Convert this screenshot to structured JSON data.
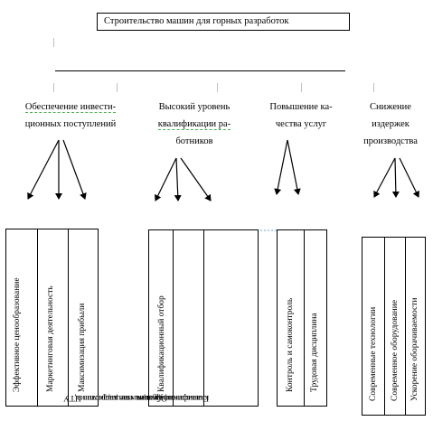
{
  "title": "Строительство машин для горных разработок",
  "categories": [
    {
      "line1": "Обеспечение инвести-",
      "line2": "ционных поступлений",
      "line3": ""
    },
    {
      "line1": "Высокий уровень",
      "line2": "квалификации ра-",
      "line3": "ботников"
    },
    {
      "line1": "Повышение ка-",
      "line2": "чества услуг",
      "line3": ""
    },
    {
      "line1": "Снижение",
      "line2": "издержек",
      "line3": "производства"
    }
  ],
  "groups": [
    {
      "items": [
        {
          "l1": "Эффективное ценообразование",
          "l2": ""
        },
        {
          "l1": "Маркетинговая деятельность",
          "l2": ""
        },
        {
          "l1": "Максимизация прибыли",
          "l2": ""
        }
      ]
    },
    {
      "items": [
        {
          "l1": "Квалификационный отбор",
          "l2": ""
        },
        {
          "l1": "Обеспечение кадрами из",
          "l2": "ведущих специалистов ЦТУ"
        },
        {
          "l1": "Повышение уровня",
          "l2": "квалификации"
        }
      ]
    },
    {
      "items": [
        {
          "l1": "Контроль и самоконтроль",
          "l2": ""
        },
        {
          "l1": "Трудовая дисциплина",
          "l2": ""
        }
      ]
    },
    {
      "items": [
        {
          "l1": "Современные технологии",
          "l2": ""
        },
        {
          "l1": "Современное оборудование",
          "l2": ""
        },
        {
          "l1": "Ускорение оборачиваемости",
          "l2": ""
        }
      ]
    }
  ]
}
